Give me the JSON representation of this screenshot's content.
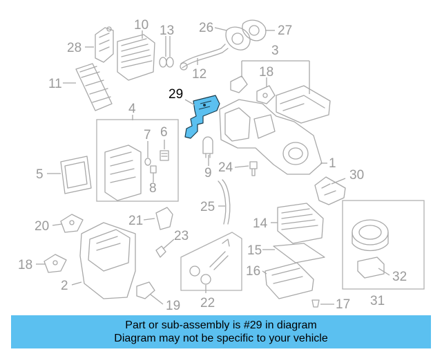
{
  "callouts": {
    "c1": "1",
    "c2": "2",
    "c3": "3",
    "c4": "4",
    "c5": "5",
    "c6": "6",
    "c7": "7",
    "c8": "8",
    "c9": "9",
    "c10": "10",
    "c11": "11",
    "c12": "12",
    "c13": "13",
    "c14": "14",
    "c15": "15",
    "c16": "16",
    "c17": "17",
    "c18a": "18",
    "c18b": "18",
    "c19": "19",
    "c20": "20",
    "c21": "21",
    "c22": "22",
    "c23": "23",
    "c24": "24",
    "c25": "25",
    "c26": "26",
    "c27": "27",
    "c28": "28",
    "c29": "29",
    "c30": "30",
    "c31": "31",
    "c32": "32"
  },
  "highlight": {
    "part_number": "29",
    "color": "#5bc0f0"
  },
  "banner": {
    "line1": "Part or sub-assembly is #29 in diagram",
    "line2": "Diagram may not be specific to your vehicle",
    "background": "#5bc0f0"
  }
}
